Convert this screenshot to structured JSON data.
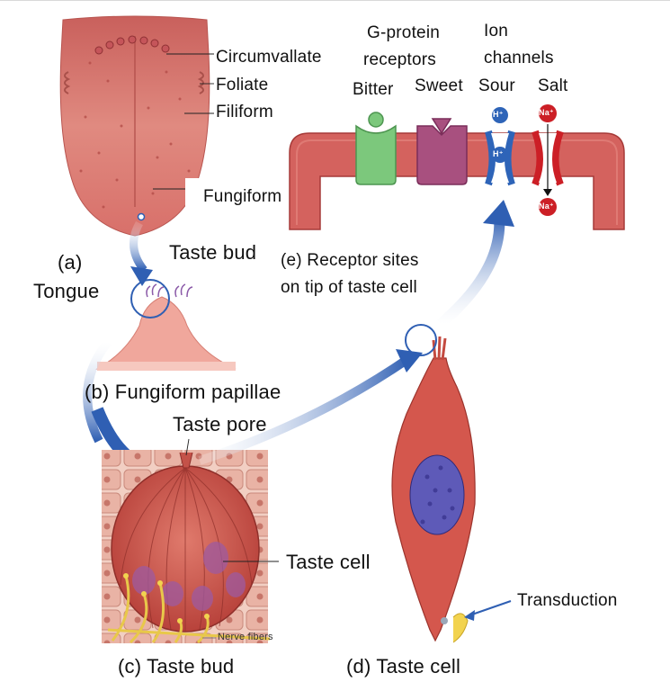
{
  "labels": {
    "circumvallate": "Circumvallate",
    "foliate": "Foliate",
    "filiform": "Filiform",
    "fungiform": "Fungiform",
    "tongue_letter": "(a)",
    "tongue": "Tongue",
    "taste_bud": "Taste bud",
    "fungiform_papillae": "(b) Fungiform papillae",
    "taste_pore": "Taste pore",
    "taste_cell": "Taste cell",
    "nerve_fibers": "Nerve fibers",
    "c_taste_bud": "(c) Taste bud",
    "d_taste_cell": "(d) Taste cell",
    "transduction": "Transduction",
    "receptor_sites_line1": "(e)   Receptor   sites",
    "receptor_sites_line2": "on tip of taste cell",
    "g_protein_line1": "G-protein",
    "g_protein_line2": "receptors",
    "ion_line1": "Ion",
    "ion_line2": "channels",
    "bitter": "Bitter",
    "sweet": "Sweet",
    "sour": "Sour",
    "salt": "Salt",
    "h_plus": "H⁺",
    "na_plus": "Na⁺"
  },
  "colors": {
    "tongue": "#d9766f",
    "membrane": "#d4625e",
    "bitter_receptor": "#79c07a",
    "sweet_receptor": "#a8507f",
    "sour_channel": "#2e64b8",
    "salt_channel": "#cc1f26",
    "arrow_blue": "#2f5fb3",
    "nerve": "#e7c84a"
  }
}
